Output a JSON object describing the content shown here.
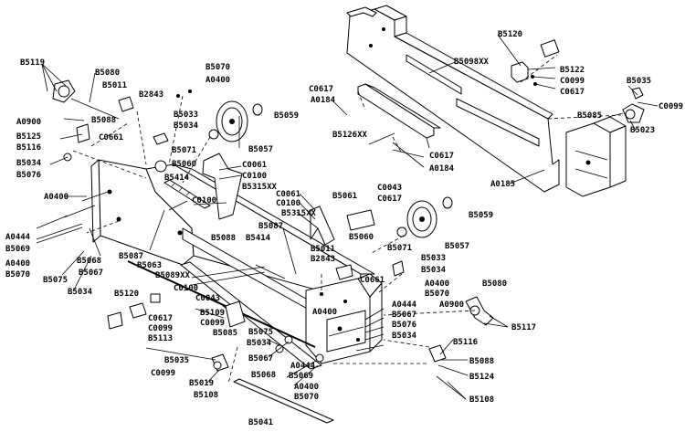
{
  "labels": [
    "B5119",
    "B5080",
    "B5011",
    "A0900",
    "B5088",
    "B5125",
    "B5116",
    "B5034",
    "B5076",
    "B2843",
    "C0661",
    "B5070",
    "A0400",
    "B5033",
    "B5034",
    "B5071",
    "B5060",
    "B5059",
    "B5057",
    "C0061",
    "C0100",
    "B5315XX",
    "B5414",
    "C0100",
    "A0400",
    "A0444",
    "B5069",
    "A0400",
    "B5070",
    "B5068",
    "B5067",
    "B5087",
    "B5075",
    "B5034",
    "B5063",
    "B5088",
    "B5087",
    "B5414",
    "B5089XX",
    "C0100",
    "C0043",
    "B5120",
    "C0617",
    "C0099",
    "B5113",
    "B5109",
    "C0099",
    "B5085",
    "B5035",
    "C0099",
    "B5019",
    "B5108",
    "B5041",
    "C0061",
    "C0100",
    "B5315XX",
    "B5061",
    "C0043",
    "C0617",
    "B5060",
    "B5011",
    "B2843",
    "C0661",
    "B5071",
    "B5059",
    "B5057",
    "B5033",
    "B5034",
    "A0400",
    "B5070",
    "A0444",
    "B5067",
    "B5076",
    "B5034",
    "B5075",
    "A0400",
    "B5034",
    "B5067",
    "A0444",
    "B5069",
    "A0400",
    "B5070",
    "B5068",
    "B5116",
    "B5088",
    "B5124",
    "B5108",
    "B5080",
    "A0900",
    "B5117",
    "B5120",
    "B5122",
    "C0099",
    "C0617",
    "B5098XX",
    "C0617",
    "A0184",
    "B5126XX",
    "C0617",
    "A0184",
    "A0185",
    "B5035",
    "C0099",
    "B5085",
    "B5023"
  ]
}
